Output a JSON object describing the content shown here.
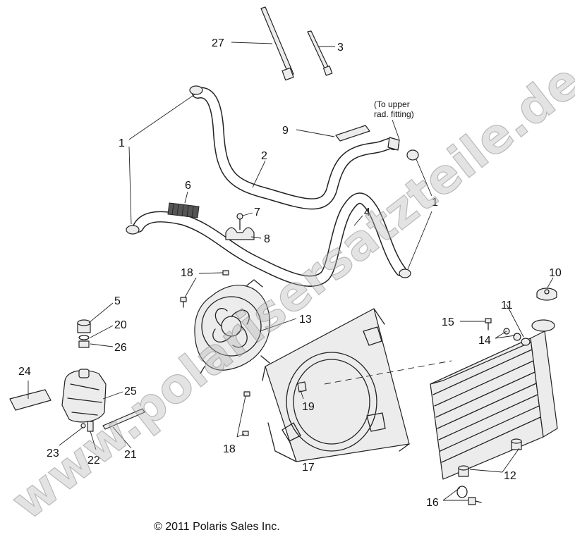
{
  "callouts": {
    "c27": "27",
    "c3": "3",
    "c1a": "1",
    "c2": "2",
    "c9": "9",
    "c1b": "1",
    "c6": "6",
    "c7": "7",
    "c8": "8",
    "c4": "4",
    "c18a": "18",
    "c10": "10",
    "c5": "5",
    "c20": "20",
    "c26": "26",
    "c13": "13",
    "c11": "11",
    "c15": "15",
    "c14": "14",
    "c24": "24",
    "c25": "25",
    "c19": "19",
    "c18b": "18",
    "c23": "23",
    "c22": "22",
    "c21": "21",
    "c17": "17",
    "c12": "12",
    "c16": "16"
  },
  "note": {
    "line1": "(To upper",
    "line2": "rad. fitting)"
  },
  "copyright": "© 2011 Polaris Sales Inc.",
  "watermark": "www.polarisersatzteile.de"
}
